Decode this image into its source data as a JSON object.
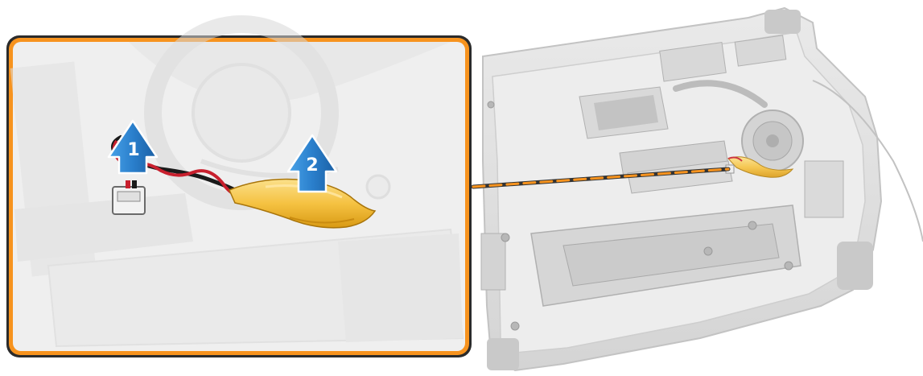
{
  "figure": {
    "kind": "hardware-service-illustration",
    "description_visible": false
  },
  "callouts": [
    {
      "id": "step-1",
      "label": "1",
      "arrow_color": "#2a7fcc"
    },
    {
      "id": "step-2",
      "label": "2",
      "arrow_color": "#2a7fcc"
    }
  ],
  "colors": {
    "zoom_frame": "#f7931e",
    "leader_line": "#f7931e",
    "battery": "#f5c242",
    "cable_red": "#c8202e",
    "cable_black": "#1a1a1a",
    "chassis_gray": "#d9d9d9"
  },
  "icons": [
    "up-arrow-icon",
    "coin-cell-battery-icon",
    "connector-icon"
  ]
}
